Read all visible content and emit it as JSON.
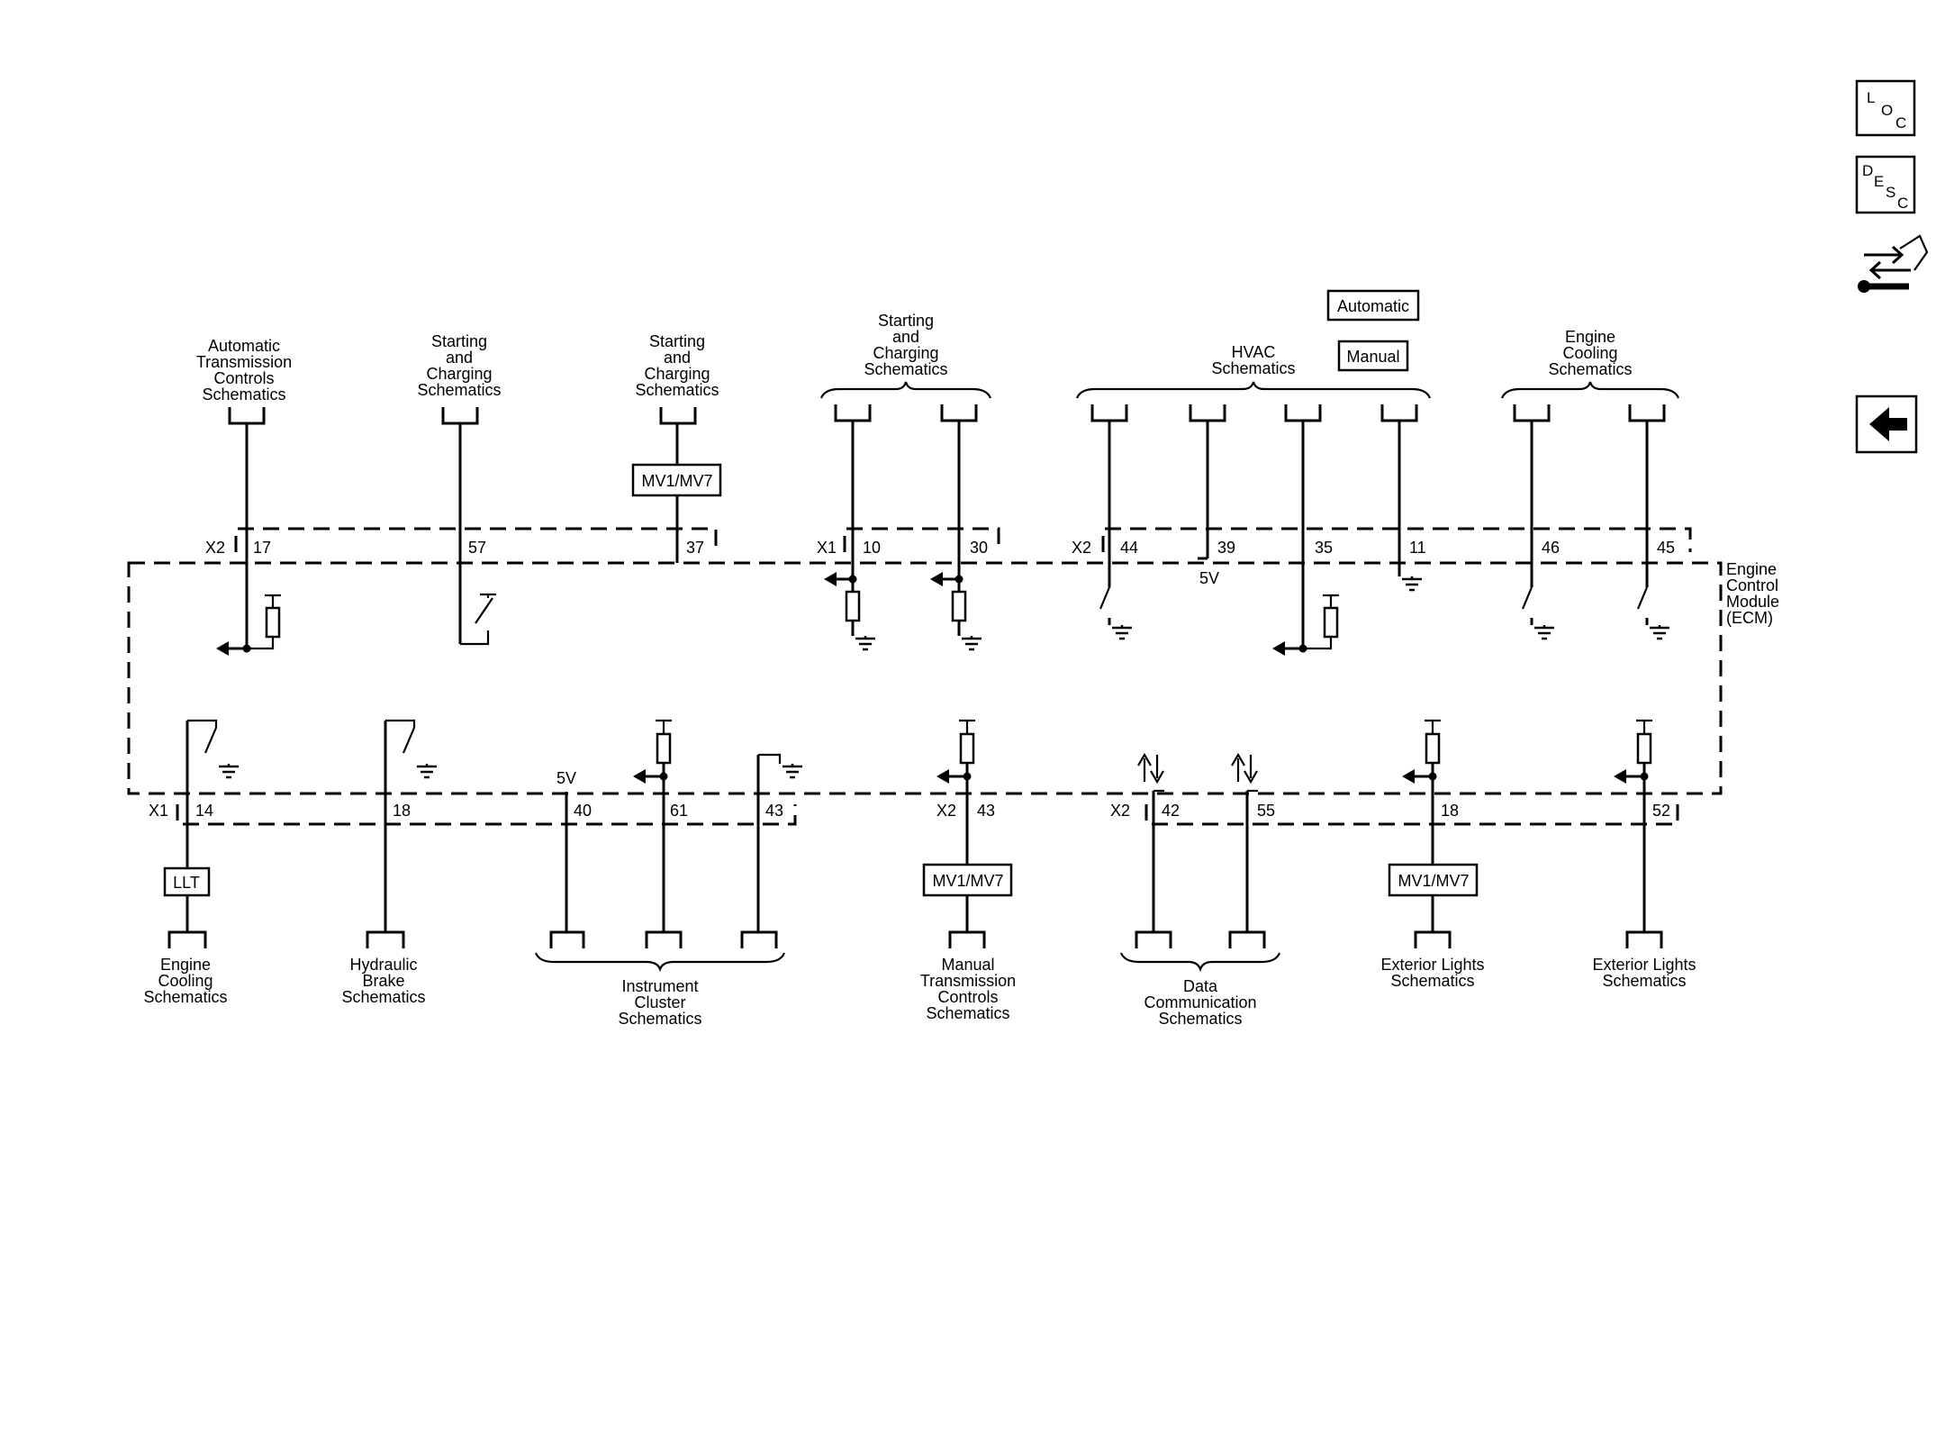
{
  "nav_icons": {
    "loc": [
      "L",
      "O",
      "C"
    ],
    "desc": [
      "D",
      "E",
      "S",
      "C"
    ]
  },
  "module": {
    "name_lines": [
      "Engine",
      "Control",
      "Module",
      "(ECM)"
    ]
  },
  "options": {
    "automatic": "Automatic",
    "manual": "Manual",
    "mv": "MV1/MV7",
    "llt": "LLT"
  },
  "top_labels": {
    "atc": [
      "Automatic",
      "Transmission",
      "Controls",
      "Schematics"
    ],
    "sc1": [
      "Starting",
      "and",
      "Charging",
      "Schematics"
    ],
    "sc2": [
      "Starting",
      "and",
      "Charging",
      "Schematics"
    ],
    "sc3": [
      "Starting",
      "and",
      "Charging",
      "Schematics"
    ],
    "hvac": [
      "HVAC",
      "Schematics"
    ],
    "ecool": [
      "Engine",
      "Cooling",
      "Schematics"
    ]
  },
  "bottom_labels": {
    "ecool": [
      "Engine",
      "Cooling",
      "Schematics"
    ],
    "brake": [
      "Hydraulic",
      "Brake",
      "Schematics"
    ],
    "cluster": [
      "Instrument",
      "Cluster",
      "Schematics"
    ],
    "mtc": [
      "Manual",
      "Transmission",
      "Controls",
      "Schematics"
    ],
    "datacomm": [
      "Data",
      "Communication",
      "Schematics"
    ],
    "ext1": [
      "Exterior Lights",
      "Schematics"
    ],
    "ext2": [
      "Exterior Lights",
      "Schematics"
    ]
  },
  "connectors": {
    "top": [
      {
        "name": "X2",
        "pins": [
          "17",
          "57",
          "37"
        ]
      },
      {
        "name": "X1",
        "pins": [
          "10",
          "30"
        ]
      },
      {
        "name": "X2",
        "pins": [
          "44",
          "39",
          "35",
          "11",
          "46",
          "45"
        ]
      }
    ],
    "bottom": [
      {
        "name": "X1",
        "pins": [
          "14",
          "18",
          "40",
          "61",
          "43"
        ]
      },
      {
        "name": "X2",
        "pins": [
          "43"
        ]
      },
      {
        "name": "X2",
        "pins": [
          "42",
          "55",
          "18",
          "52"
        ]
      }
    ]
  },
  "voltages": {
    "top": "5V",
    "bottom": "5V"
  }
}
